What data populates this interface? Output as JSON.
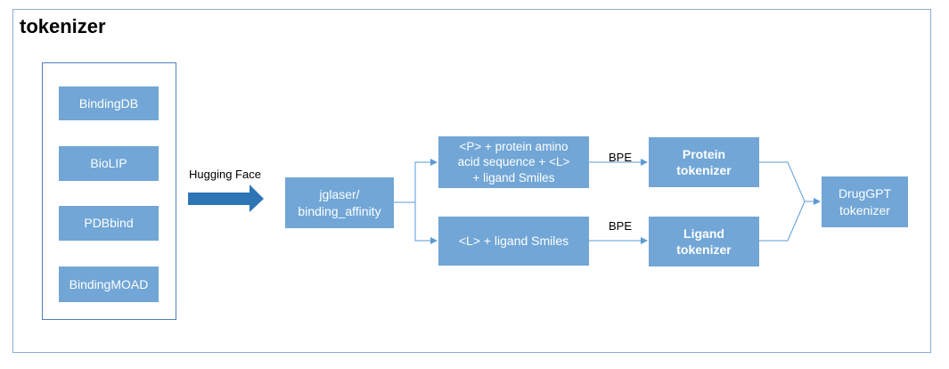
{
  "diagram": {
    "title": "tokenizer",
    "datasets": [
      "BindingDB",
      "BioLIP",
      "PDBbind",
      "BindingMOAD"
    ],
    "hub_label": "Hugging Face",
    "hub_dataset": "jglaser/\nbinding_affinity",
    "protein_input": "<P> + protein amino\nacid sequence + <L>\n+ ligand Smiles",
    "ligand_input": "<L> + ligand Smiles",
    "bpe_top": "BPE",
    "bpe_bottom": "BPE",
    "protein_tokenizer": "Protein\ntokenizer",
    "ligand_tokenizer": "Ligand\ntokenizer",
    "final_tokenizer": "DrugGPT\ntokenizer",
    "colors": {
      "box": "#71a6d6",
      "line": "#5b9bd5",
      "arrow": "#2e75b6",
      "frame": "#8eaad6"
    }
  }
}
